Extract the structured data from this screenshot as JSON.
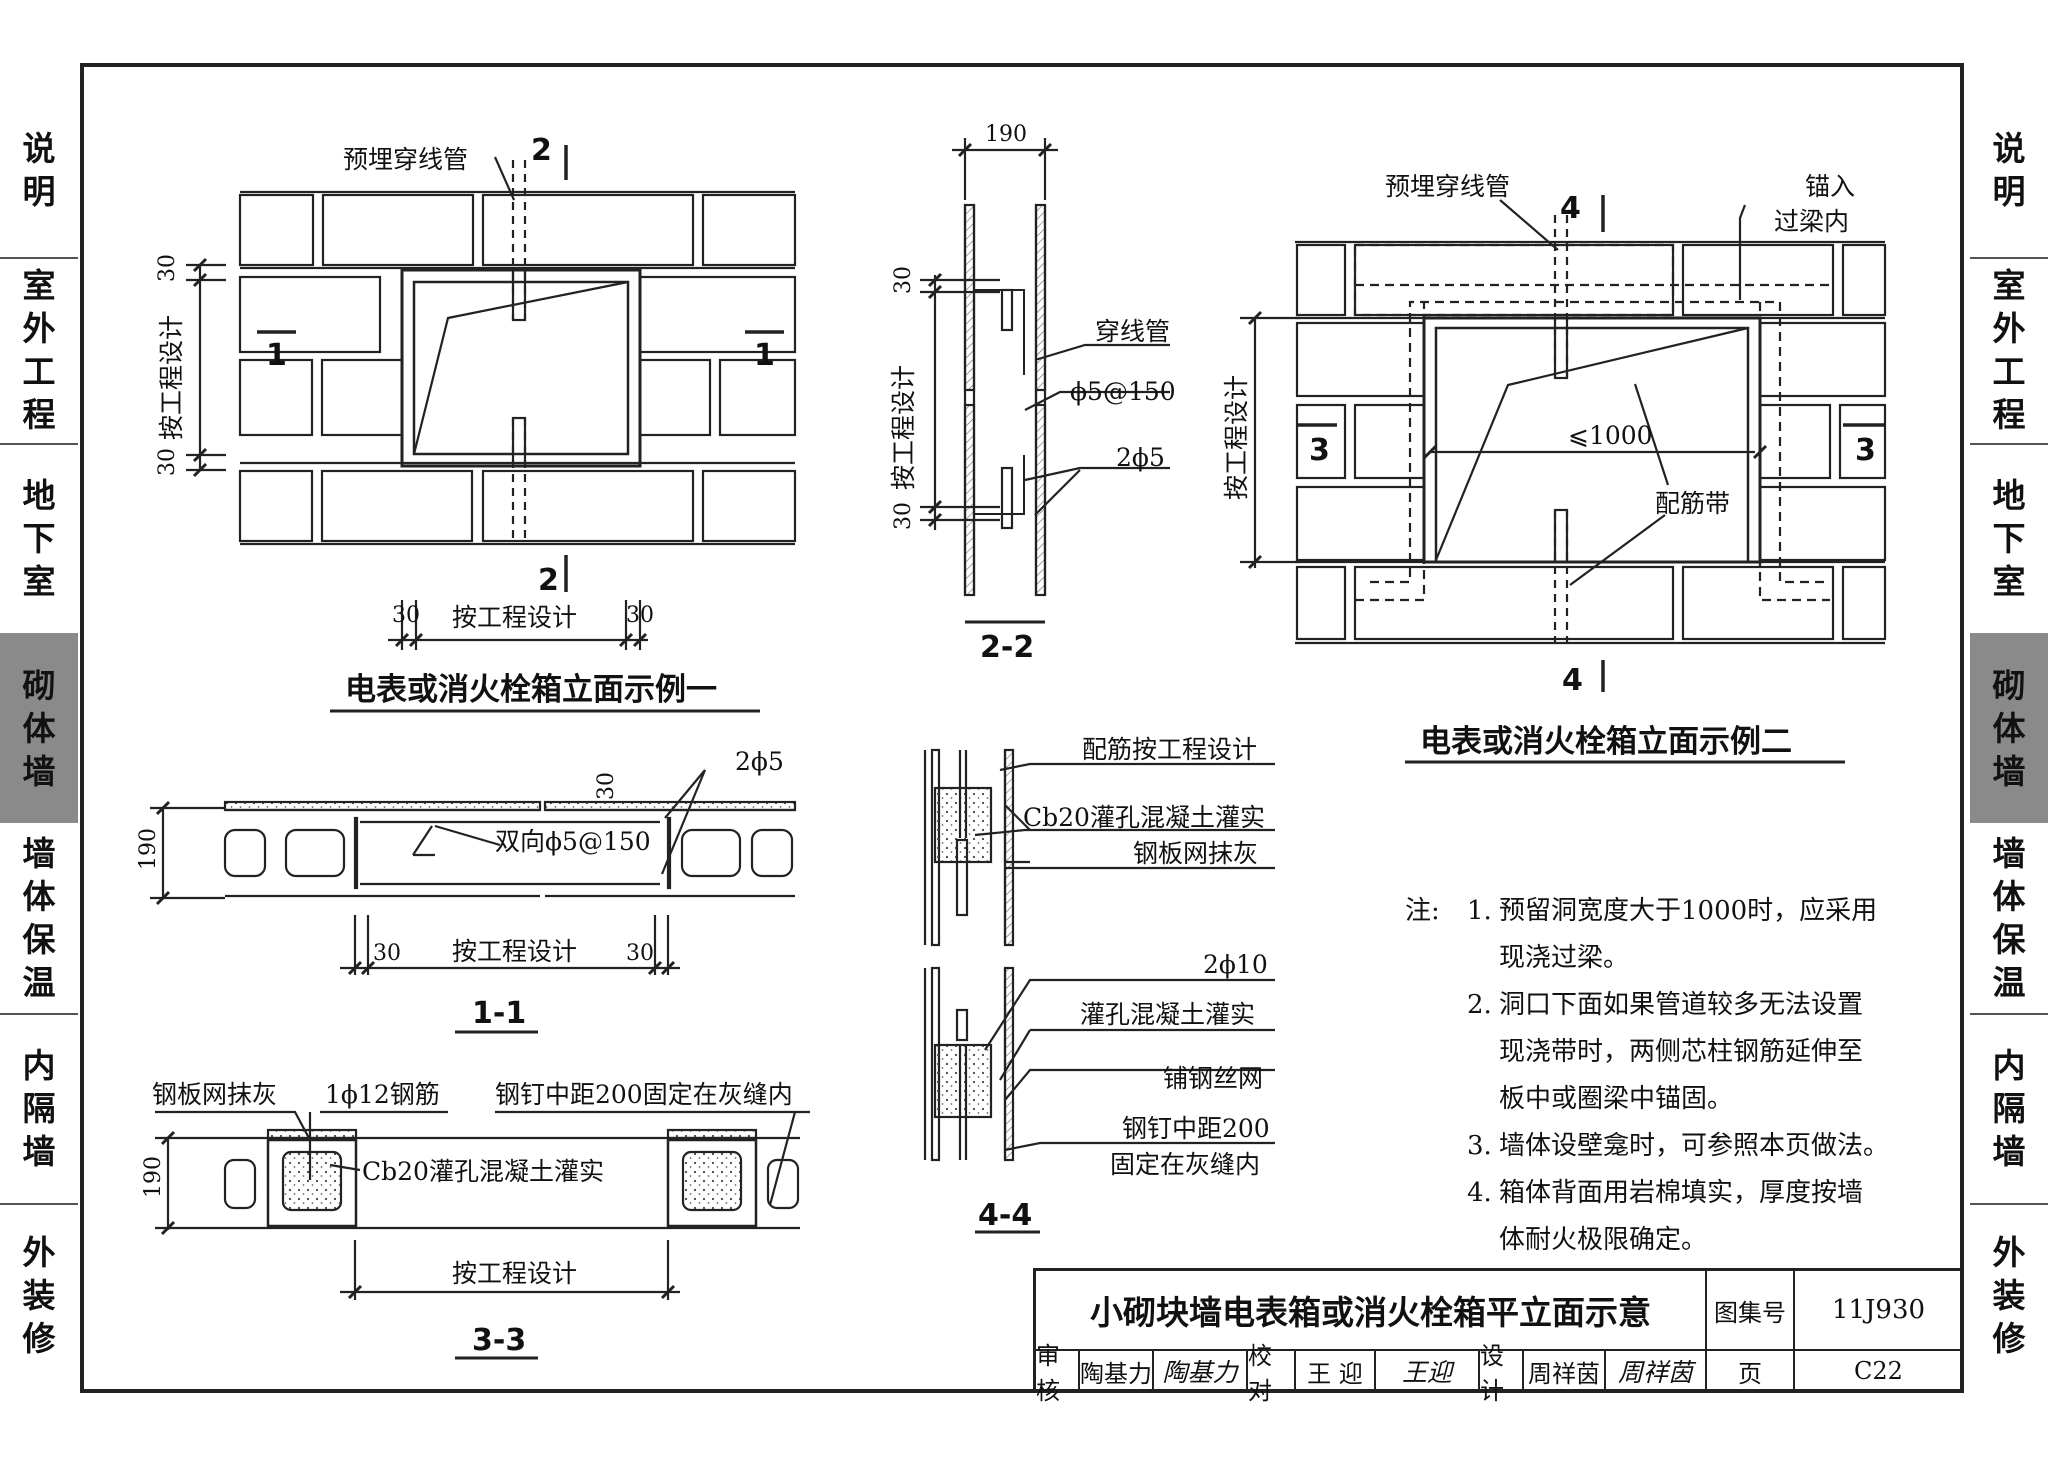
{
  "side_tabs": {
    "left": [
      {
        "label": "说明",
        "chars": [
          "说",
          "明"
        ],
        "active": false
      },
      {
        "label": "室外工程",
        "chars": [
          "室",
          "外",
          "工",
          "程"
        ],
        "active": false
      },
      {
        "label": "地下室",
        "chars": [
          "地",
          "下",
          "室"
        ],
        "active": false
      },
      {
        "label": "砌体墙",
        "chars": [
          "砌",
          "体",
          "墙"
        ],
        "active": true
      },
      {
        "label": "墙体保温",
        "chars": [
          "墙",
          "体",
          "保",
          "温"
        ],
        "active": false
      },
      {
        "label": "内隔墙",
        "chars": [
          "内",
          "隔",
          "墙"
        ],
        "active": false
      },
      {
        "label": "外装修",
        "chars": [
          "外",
          "装",
          "修"
        ],
        "active": false
      }
    ],
    "right": [
      {
        "label": "说明",
        "chars": [
          "说",
          "明"
        ],
        "active": false
      },
      {
        "label": "室外工程",
        "chars": [
          "室",
          "外",
          "工",
          "程"
        ],
        "active": false
      },
      {
        "label": "地下室",
        "chars": [
          "地",
          "下",
          "室"
        ],
        "active": false
      },
      {
        "label": "砌体墙",
        "chars": [
          "砌",
          "体",
          "墙"
        ],
        "active": true
      },
      {
        "label": "墙体保温",
        "chars": [
          "墙",
          "体",
          "保",
          "温"
        ],
        "active": false
      },
      {
        "label": "内隔墙",
        "chars": [
          "内",
          "隔",
          "墙"
        ],
        "active": false
      },
      {
        "label": "外装修",
        "chars": [
          "外",
          "装",
          "修"
        ],
        "active": false
      }
    ],
    "active_color": "#8a8a8a"
  },
  "elevation1": {
    "title": "电表或消火栓箱立面示例一",
    "conduit_label": "预埋穿线管",
    "cut_top": "2",
    "cut_bottom": "2",
    "cut_left": "1",
    "cut_right": "1",
    "dim_vertical": "按工程设计",
    "dim_top_gap": "30",
    "dim_bottom_gap": "30",
    "dim_horizontal": "按工程设计",
    "dim_left_gap": "30",
    "dim_right_gap": "30"
  },
  "section22": {
    "title": "2-2",
    "width_dim": "190",
    "dim_vertical": "按工程设计",
    "dim_top_gap": "30",
    "dim_bottom_gap": "30",
    "label_conduit": "穿线管",
    "label_stirrup": "ϕ5@150",
    "label_bars": "2ϕ5"
  },
  "elevation2": {
    "title": "电表或消火栓箱立面示例二",
    "conduit_label": "预埋穿线管",
    "anchor_label_1": "锚入",
    "anchor_label_2": "过梁内",
    "cut_top": "4",
    "cut_bottom": "4",
    "cut_left": "3",
    "cut_right": "3",
    "dim_vertical": "按工程设计",
    "width_dim": "⩽1000",
    "rebar_band": "配筋带"
  },
  "section11": {
    "title": "1-1",
    "thickness": "190",
    "dim_gap": "30",
    "label_bars": "2ϕ5",
    "label_mesh": "双向ϕ5@150",
    "dim_horizontal": "按工程设计",
    "dim_left_gap": "30",
    "dim_right_gap": "30"
  },
  "section33": {
    "title": "3-3",
    "thickness": "190",
    "label_plaster": "钢板网抹灰",
    "label_rebar": "1ϕ12钢筋",
    "label_nail": "钢钉中距200固定在灰缝内",
    "label_grout": "Cb20灌孔混凝土灌实",
    "dim_horizontal": "按工程设计"
  },
  "section44": {
    "title": "4-4",
    "label_reinf": "配筋按工程设计",
    "label_grout": "Cb20灌孔混凝土灌实",
    "label_plaster": "钢板网抹灰",
    "label_bars": "2ϕ10",
    "label_grout2": "灌孔混凝土灌实",
    "label_mesh": "铺钢丝网",
    "label_nail_1": "钢钉中距200",
    "label_nail_2": "固定在灰缝内"
  },
  "notes": {
    "lead": "注:",
    "items": [
      {
        "num": "1.",
        "line1": "预留洞宽度大于1000时，应采用",
        "line2": "现浇过梁。"
      },
      {
        "num": "2.",
        "line1": "洞口下面如果管道较多无法设置",
        "line2": "现浇带时，两侧芯柱钢筋延伸至",
        "line3": "板中或圈梁中锚固。"
      },
      {
        "num": "3.",
        "line1": "墙体设壁龛时，可参照本页做法。"
      },
      {
        "num": "4.",
        "line1": "箱体背面用岩棉填实，厚度按墙",
        "line2": "体耐火极限确定。"
      }
    ]
  },
  "title_block": {
    "drawing_title": "小砌块墙电表箱或消火栓箱平立面示意",
    "atlas_label": "图集号",
    "atlas_no": "11J930",
    "page_label": "页",
    "page_no": "C22",
    "review_label": "审核",
    "reviewer": "陶基力",
    "reviewer_sig": "陶基力",
    "check_label": "校对",
    "checker": "王 迎",
    "checker_sig": "王迎",
    "design_label": "设计",
    "designer": "周祥茵",
    "designer_sig": "周祥茵"
  }
}
